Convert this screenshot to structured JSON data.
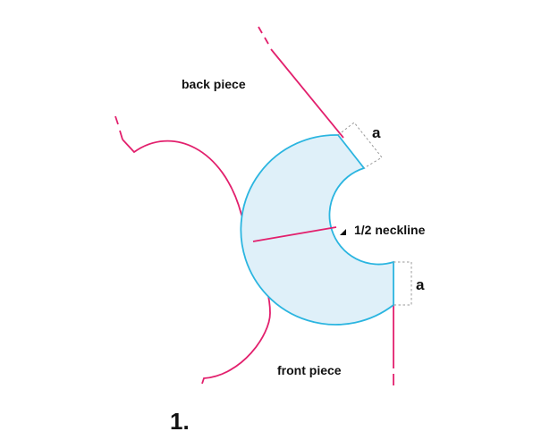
{
  "labels": {
    "back_piece": "back piece",
    "front_piece": "front piece",
    "neckline": "1/2 neckline",
    "seam_width_top": "a",
    "seam_width_bottom": "a",
    "figure_number": "1."
  },
  "colors": {
    "pattern_line": "#e2206d",
    "collar_outline": "#2bb5e0",
    "collar_fill": "#dff0f9",
    "guide": "#9a9a9a",
    "text": "#111111"
  }
}
